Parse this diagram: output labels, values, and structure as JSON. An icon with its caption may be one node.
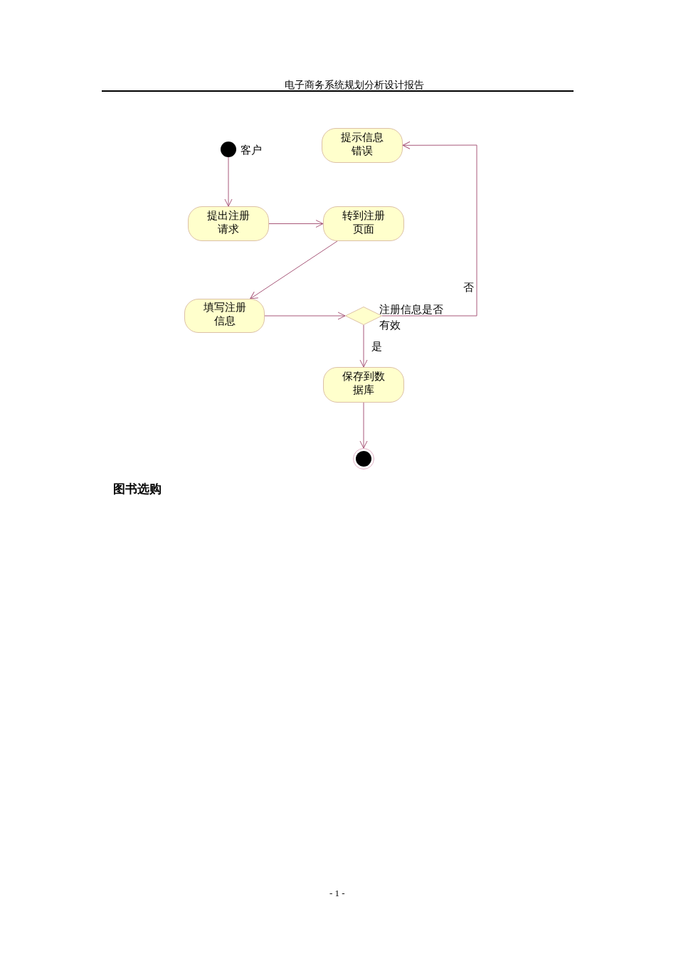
{
  "diagram": {
    "nodes": [
      {
        "text": [],
        "shape": "circle",
        "beside": [
          "客户"
        ]
      },
      {
        "text": [
          "提示信息错误"
        ]
      },
      {
        "text": [
          "提出注册请求"
        ]
      },
      {
        "text": [
          "转到注册页面"
        ]
      },
      {
        "text": [
          "填写注册信息"
        ]
      },
      {
        "text": [],
        "shape": "diamond",
        "beside": [
          "注册信息是否有效"
        ]
      },
      {
        "text": [
          "保存到数据库"
        ]
      },
      {
        "text": [],
        "shape": "circle"
      }
    ],
    "edges": [
      {
        "from": 0,
        "to": 2,
        "arrow": "to"
      },
      {
        "from": 2,
        "to": 3,
        "arrow": "to"
      },
      {
        "from": 3,
        "to": 4,
        "arrow": "to"
      },
      {
        "from": 4,
        "to": 5,
        "arrow": "to"
      },
      {
        "from": 5,
        "to": 1,
        "arrow": "to",
        "label": "否"
      },
      {
        "from": 5,
        "to": 6,
        "arrow": "to",
        "label": "是"
      },
      {
        "from": 6,
        "to": 7,
        "arrow": "to"
      }
    ],
    "labels": [
      "电子商务系统规划分析设计报告",
      "图书选购",
      "- 1 -"
    ]
  }
}
